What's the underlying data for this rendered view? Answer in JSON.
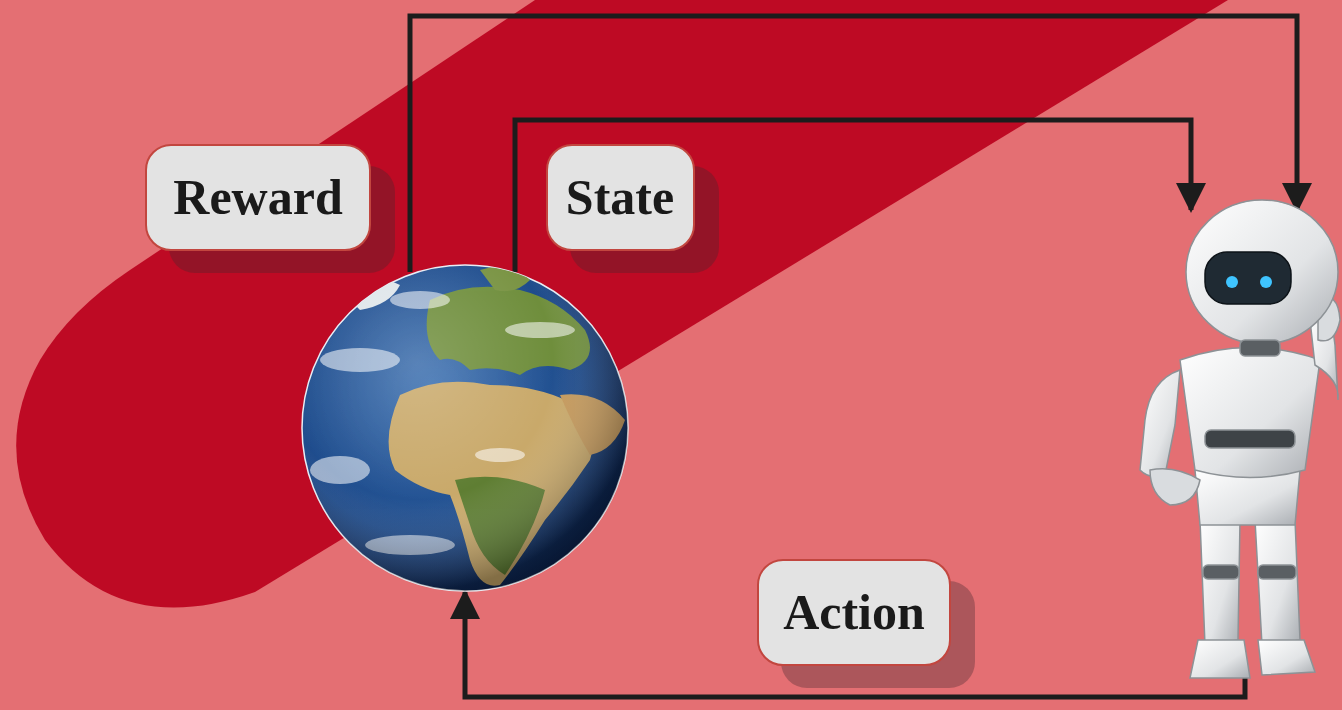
{
  "diagram": {
    "nodes": [
      {
        "text": [
          "Reward"
        ]
      },
      {
        "text": [
          "State"
        ]
      },
      {
        "text": [
          "Action"
        ]
      }
    ]
  }
}
